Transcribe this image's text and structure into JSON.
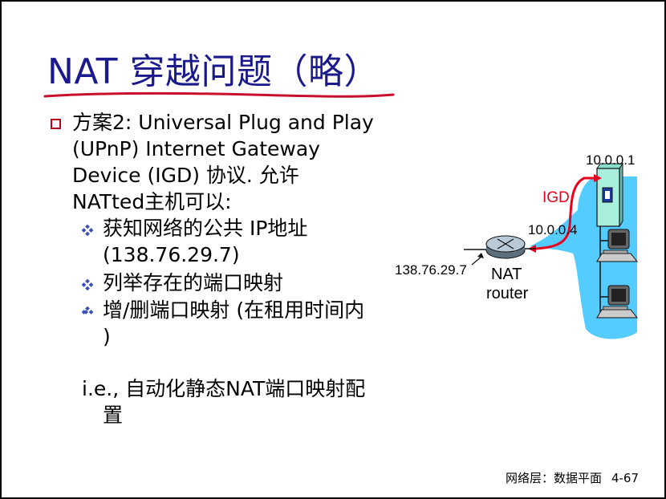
{
  "title": "NAT 穿越问题（略）",
  "main_bullet": {
    "line1": "方案2: Universal Plug and Play",
    "line2": "(UPnP) Internet Gateway",
    "line3": "Device (IGD) 协议. 允许",
    "line4": "NATted主机可以:"
  },
  "sub_bullets": [
    {
      "line1": "获知网络的公共 IP地址",
      "line2": "(138.76.29.7)"
    },
    {
      "line1": "列举存在的端口映射"
    },
    {
      "line1": "增/删端口映射 (在租用时间内",
      "line2": ")"
    }
  ],
  "ie": {
    "line1": "i.e., 自动化静态NAT端口映射配",
    "line2": "置"
  },
  "diagram": {
    "ip_public": "138.76.29.7",
    "ip_igd_host": "10.0.0.1",
    "ip_router_inside": "10.0.0.4",
    "igd_label": "IGD",
    "router_label_1": "NAT",
    "router_label_2": "router"
  },
  "footer": {
    "text": "网络层：数据平面",
    "page": "4-67"
  },
  "colors": {
    "title": "#1a1a8c",
    "underline": "#c8102e",
    "bullet": "#b8001f",
    "lan": "#55ccff",
    "igd_arrow": "#e8001c"
  }
}
